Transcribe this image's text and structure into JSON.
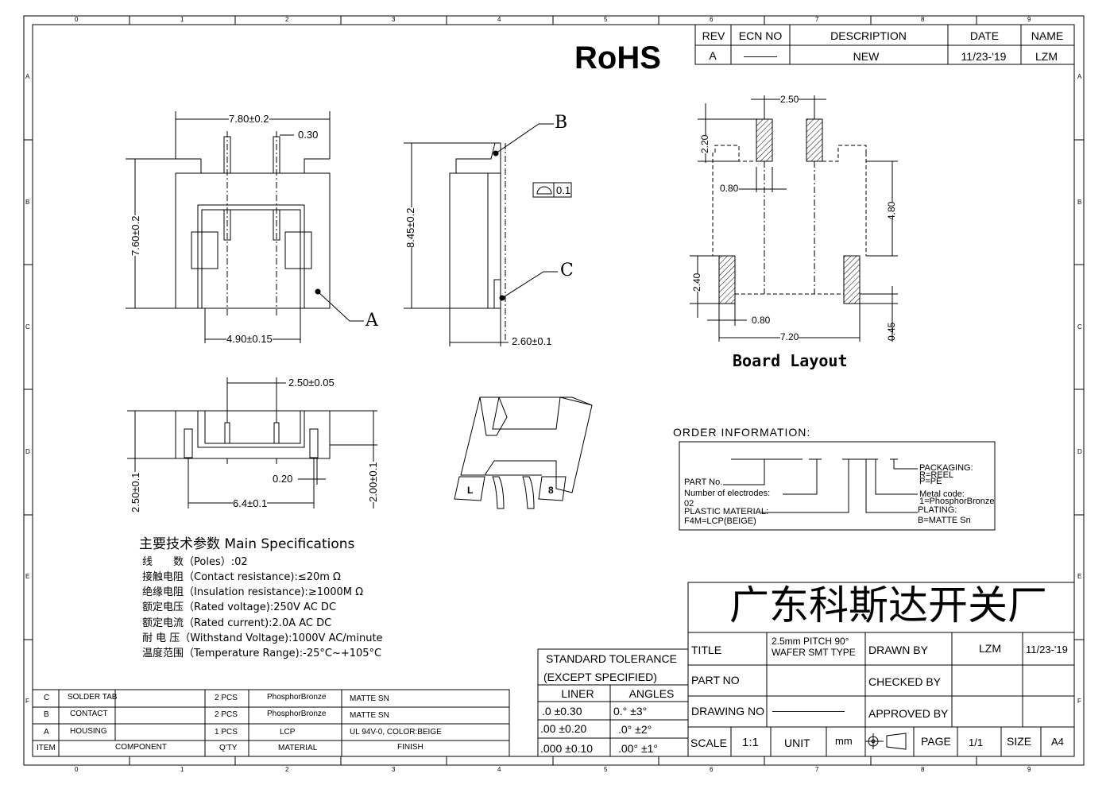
{
  "rohs": "RoHS",
  "grid": {
    "cols": [
      "0",
      "1",
      "2",
      "3",
      "4",
      "5",
      "6",
      "7",
      "8",
      "9"
    ],
    "rows": [
      "A",
      "B",
      "C",
      "D",
      "E",
      "F"
    ]
  },
  "revision": {
    "headers": [
      "REV",
      "ECN NO",
      "DESCRIPTION",
      "DATE",
      "NAME"
    ],
    "row": [
      "A",
      "———",
      "NEW",
      "11/23-'19",
      "LZM"
    ]
  },
  "views": {
    "front": {
      "width": "7.80±0.2",
      "pin_w": "0.30",
      "height": "7.60±0.2",
      "inner": "4.90±0.15",
      "callout": "A"
    },
    "side": {
      "height": "8.45±0.2",
      "depth": "2.60±0.1",
      "callout_b": "B",
      "callout_c": "C",
      "flatness_value": "0.1"
    },
    "bottom": {
      "pitch": "2.50±0.05",
      "height": "2.50±0.1",
      "tab": "0.20",
      "span": "6.4±0.1",
      "depth": "2.00±0.1"
    },
    "board": {
      "pitch": "2.50",
      "pad_h": "2.20",
      "pad_w": "0.80",
      "gap": "4.80",
      "tab_h": "2.40",
      "tab_w": "0.80",
      "span": "7.20",
      "offset": "0.45",
      "title": "Board Layout"
    },
    "iso": {
      "label_l": "L",
      "label_8": "8"
    }
  },
  "order": {
    "title": "ORDER INFORMATION:",
    "left": [
      "PART No.",
      "Number of electrodes:",
      "02",
      "PLASTIC MATERIAL:",
      "F4M=LCP(BEIGE)"
    ],
    "right": [
      "PACKAGING:",
      "R=REEL",
      "P=PE",
      "Metal code:",
      "1=PhosphorBronze",
      "PLATING:",
      "B=MATTE Sn"
    ]
  },
  "specs": {
    "title": "主要技术参数 Main Specifications",
    "lines": [
      "线　　数（Poles）:02",
      "接触电阻（Contact resistance):≤20m Ω",
      "绝缘电阻（Insulation resistance):≥1000M Ω",
      "额定电压（Rated voltage):250V AC DC",
      "额定电流（Rated current):2.0A AC DC",
      "耐 电 压（Withstand Voltage):1000V AC/minute",
      "温度范围（Temperature Range):-25°C~+105°C"
    ]
  },
  "bom": {
    "rows": [
      [
        "C",
        "SOLDER TAB",
        "",
        "2 PCS",
        "PhosphorBronze",
        "MATTE SN"
      ],
      [
        "B",
        "CONTACT",
        "",
        "2 PCS",
        "PhosphorBronze",
        "MATTE SN"
      ],
      [
        "A",
        "HOUSING",
        "",
        "1 PCS",
        "LCP",
        "UL 94V-0, COLOR:BEIGE"
      ]
    ],
    "header": [
      "ITEM",
      "COMPONENT",
      "Q'TY",
      "MATERIAL",
      "FINISH"
    ]
  },
  "tolerance": {
    "title1": "STANDARD TOLERANCE",
    "title2": "(EXCEPT  SPECIFIED)",
    "liner": "LINER",
    "angles": "ANGLES",
    "rows": [
      [
        ".0  ±0.30",
        "0.°  ±3°"
      ],
      [
        ".00  ±0.20",
        ".0°  ±2°"
      ],
      [
        ".000 ±0.10",
        ".00° ±1°"
      ]
    ]
  },
  "titleblock": {
    "company": "广东科斯达开关厂",
    "title_label": "TITLE",
    "title_value1": "2.5mm PITCH 90°",
    "title_value2": "WAFER SMT TYPE",
    "drawn_by_label": "DRAWN BY",
    "drawn_by": "LZM",
    "drawn_date": "11/23-'19",
    "part_no_label": "PART NO",
    "checked_by_label": "CHECKED BY",
    "drawing_no_label": "DRAWING NO",
    "drawing_no": "———————",
    "approved_by_label": "APPROVED BY",
    "scale_label": "SCALE",
    "scale": "1:1",
    "unit_label": "UNIT",
    "unit": "mm",
    "page_label": "PAGE",
    "page": "1/1",
    "size_label": "SIZE",
    "size": "A4"
  }
}
